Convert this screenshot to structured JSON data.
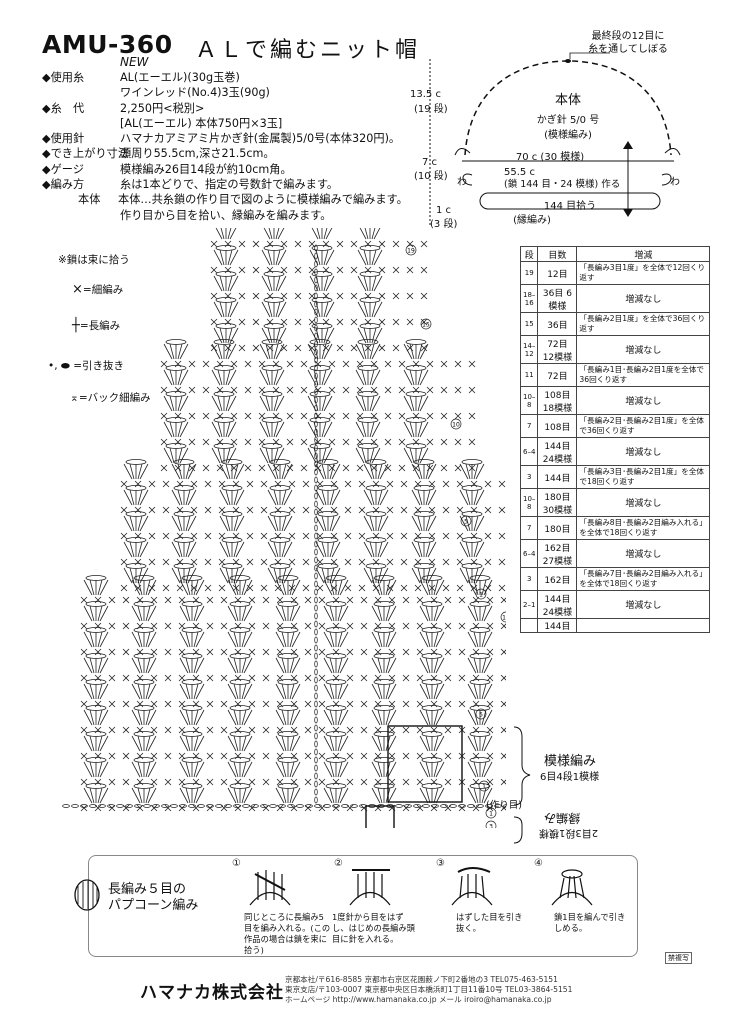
{
  "header": {
    "code": "AMU-360",
    "title": "ＡＬで編むニット帽",
    "new_label": "NEW"
  },
  "specs": [
    {
      "key": "◆使用糸",
      "value": "AL(エーエル)(30g玉巻)"
    },
    {
      "key": "",
      "value": "ワインレッド(No.4)3玉(90g)"
    },
    {
      "key": "◆糸　代",
      "value": "2,250円<税別>"
    },
    {
      "key": "",
      "value": "[AL(エーエル) 本体750円×3玉]"
    },
    {
      "key": "◆使用針",
      "value": "ハマナカアミアミ片かぎ針(金属製)5/0号(本体320円)。"
    },
    {
      "key": "◆でき上がり寸法",
      "value": "頭周り55.5cm,深さ21.5cm。"
    },
    {
      "key": "◆ゲージ",
      "value": "模様編み26目14段が約10cm角。"
    },
    {
      "key": "◆編み方",
      "value": "糸は1本どりで、指定の号数針で編みます。"
    }
  ],
  "method_lines": [
    "本体…共糸鎖の作り目で図のように模様編みで編みます。",
    "作り目から目を拾い、縁編みを編みます。"
  ],
  "hat_diagram": {
    "top_note_1": "最終段の12目に",
    "top_note_2": "糸を通してしぼる",
    "body_label": "本体",
    "hook_label": "かぎ針 5/0 号",
    "pattern_label": "(模様編み)",
    "width_70": "70 c (30 模様)",
    "width_555": "55.5 c",
    "chain_note": "(鎖 144 目・24 模様) 作る",
    "pick_144": "144 目拾う",
    "edge_note": "(縁編み)",
    "side_wa": "わ",
    "h1": "13.5 c",
    "h1s": "(19 段)",
    "h2": "7 c",
    "h2s": "(10 段)",
    "h3": "1 c",
    "h3s": "(3 段)"
  },
  "legend": {
    "chain_note": "※鎖は束に拾う",
    "sc": "=細編み",
    "dc": "=長編み",
    "slip": "=引き抜き",
    "back_sc": "=バック細編み"
  },
  "chart_labels": {
    "pattern_name": "模様編み",
    "pattern_repeat": "6目4段1模様",
    "start_chain": "(作り目)",
    "edge_name": "縁編み",
    "edge_repeat": "2目3段1模様",
    "row_markers": [
      "19",
      "15",
      "10",
      "5",
      "1",
      "10",
      "5",
      "1",
      "1",
      "3"
    ]
  },
  "increase_table": {
    "headers": [
      "段",
      "目数",
      "増減"
    ],
    "rows": [
      {
        "row": "19",
        "count": "12目",
        "change": "「長編み3目1度」を全体で12回くり返す"
      },
      {
        "row": "18–16",
        "count": "36目 6模様",
        "change": "増減なし"
      },
      {
        "row": "15",
        "count": "36目",
        "change": "「長編み2目1度」を全体で36回くり返す"
      },
      {
        "row": "14–12",
        "count": "72目 12模様",
        "change": "増減なし"
      },
      {
        "row": "11",
        "count": "72目",
        "change": "「長編み1目･長編み2目1度を全体で36回くり返す"
      },
      {
        "row": "10–8",
        "count": "108目 18模様",
        "change": "増減なし"
      },
      {
        "row": "7",
        "count": "108目",
        "change": "「長編み2目･長編み2目1度」を全体で36回くり返す"
      },
      {
        "row": "6–4",
        "count": "144目 24模様",
        "change": "増減なし"
      },
      {
        "row": "3",
        "count": "144目",
        "change": "「長編み3目･長編み2目1度」を全体で18回くり返す"
      },
      {
        "row": "10–8",
        "count": "180目 30模様",
        "change": "増減なし"
      },
      {
        "row": "7",
        "count": "180目",
        "change": "「長編み8目･長編み2目編み入れる」を全体で18回くり返す"
      },
      {
        "row": "6–4",
        "count": "162目 27模様",
        "change": "増減なし"
      },
      {
        "row": "3",
        "count": "162目",
        "change": "「長編み7目･長編み2目編み入れる」を全体で18回くり返す"
      },
      {
        "row": "2–1",
        "count": "144目 24模様",
        "change": "増減なし"
      },
      {
        "row": "",
        "count": "144目",
        "change": ""
      }
    ]
  },
  "howto": {
    "title_1": "長編み５目の",
    "title_2": "パプコーン編み",
    "steps": [
      {
        "num": "①",
        "text": "同じところに長編み5目を編み入れる。(この作品の場合は鎖を束に拾う)"
      },
      {
        "num": "②",
        "text": "1度針から目をはずし、はじめの長編み頭目に針を入れる。"
      },
      {
        "num": "③",
        "text": "はずした目を引き抜く。"
      },
      {
        "num": "④",
        "text": "鎖1目を編んで引きしめる。"
      }
    ]
  },
  "footer": {
    "company": "ハマナカ株式会社",
    "addr1": "京都本社/〒616-8585 京都市右京区花園薮ノ下町2番地の3 TEL075-463-5151",
    "addr2": "東京支店/〒103-0007 東京都中央区日本橋浜町1丁目11番10号 TEL03-3864-5151",
    "addr3": "ホームページ http://www.hamanaka.co.jp メール iroiro@hamanaka.co.jp",
    "stamp": "禁複写"
  }
}
